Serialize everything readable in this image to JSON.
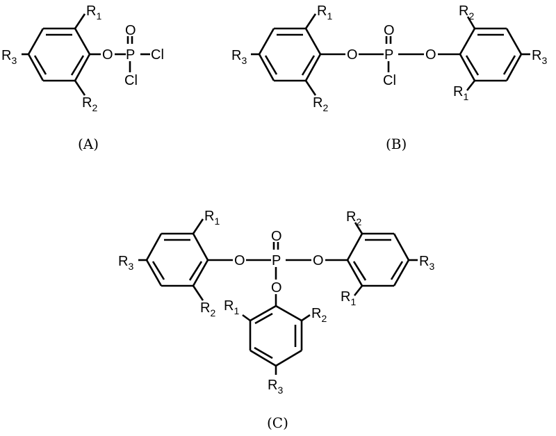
{
  "structures": [
    {
      "id": "A",
      "caption": "(A)",
      "labels": {
        "r1": "R",
        "r1_sub": "1",
        "r2": "R",
        "r2_sub": "2",
        "r3": "R",
        "r3_sub": "3",
        "o": "O",
        "p": "P",
        "o_double": "O",
        "cl_right": "Cl",
        "cl_down": "Cl"
      }
    },
    {
      "id": "B",
      "caption": "(B)",
      "labels": {
        "left_r1": "R",
        "left_r1_sub": "1",
        "left_r2": "R",
        "left_r2_sub": "2",
        "left_r3": "R",
        "left_r3_sub": "3",
        "o_left": "O",
        "p": "P",
        "o_double": "O",
        "o_right": "O",
        "cl": "Cl",
        "right_r2": "R",
        "right_r2_sub": "2",
        "right_r1": "R",
        "right_r1_sub": "1",
        "right_r3": "R",
        "right_r3_sub": "3"
      }
    },
    {
      "id": "C",
      "caption": "(C)",
      "labels": {
        "left_r1": "R",
        "left_r1_sub": "1",
        "left_r2": "R",
        "left_r2_sub": "2",
        "left_r3": "R",
        "left_r3_sub": "3",
        "o_left": "O",
        "p": "P",
        "o_double": "O",
        "o_right": "O",
        "o_down": "O",
        "right_r2": "R",
        "right_r2_sub": "2",
        "right_r1": "R",
        "right_r1_sub": "1",
        "right_r3": "R",
        "right_r3_sub": "3",
        "bottom_r1": "R",
        "bottom_r1_sub": "1",
        "bottom_r2": "R",
        "bottom_r2_sub": "2",
        "bottom_r3": "R",
        "bottom_r3_sub": "3"
      }
    }
  ]
}
